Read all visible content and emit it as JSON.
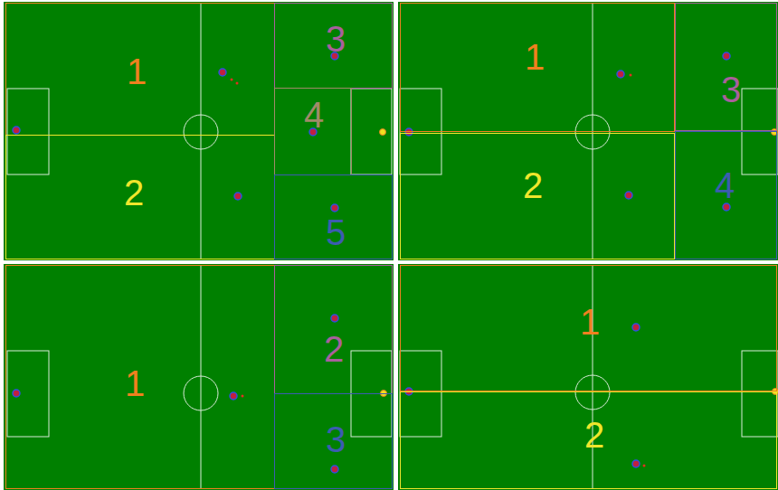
{
  "diagram": {
    "nodes": [
      {
        "text": [
          "1"
        ]
      },
      {
        "text": [
          "2"
        ]
      },
      {
        "text": [
          "3"
        ]
      },
      {
        "text": [
          "4"
        ]
      },
      {
        "text": [
          "5"
        ]
      },
      {
        "text": [
          "1"
        ]
      },
      {
        "text": [
          "2"
        ]
      },
      {
        "text": [
          "3"
        ]
      },
      {
        "text": [
          "4"
        ]
      },
      {
        "text": [
          "1"
        ]
      },
      {
        "text": [
          "2"
        ]
      },
      {
        "text": [
          "3"
        ]
      },
      {
        "text": [
          "1"
        ]
      },
      {
        "text": [
          "2"
        ]
      }
    ]
  }
}
